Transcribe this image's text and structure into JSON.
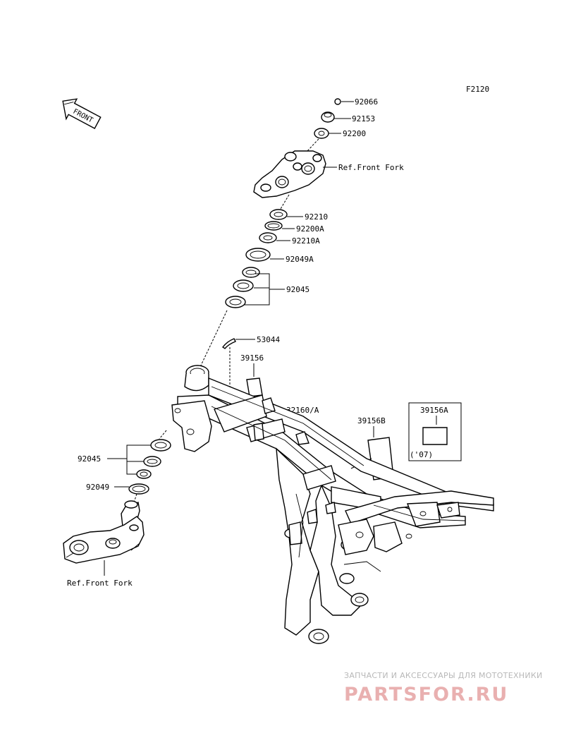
{
  "figure_code": "F2120",
  "front_arrow_text": "FRONT",
  "labels": {
    "p92066": "92066",
    "p92153": "92153",
    "p92200": "92200",
    "ref_top": "Ref.Front Fork",
    "p92210": "92210",
    "p92200A": "92200A",
    "p92210A": "92210A",
    "p92049A": "92049A",
    "p92045_top": "92045",
    "p53044": "53044",
    "p39156": "39156",
    "p32160": "32160/A",
    "p39156B": "39156B",
    "p39156A": "39156A",
    "year_note": "('07)",
    "p92045_bot": "92045",
    "p92049": "92049",
    "ref_bottom": "Ref.Front Fork"
  },
  "watermark": {
    "line1": "ЗАПЧАСТИ И АКСЕССУАРЫ ДЛЯ МОТОТЕХНИКИ",
    "line2": "PARTSFOR.RU"
  }
}
